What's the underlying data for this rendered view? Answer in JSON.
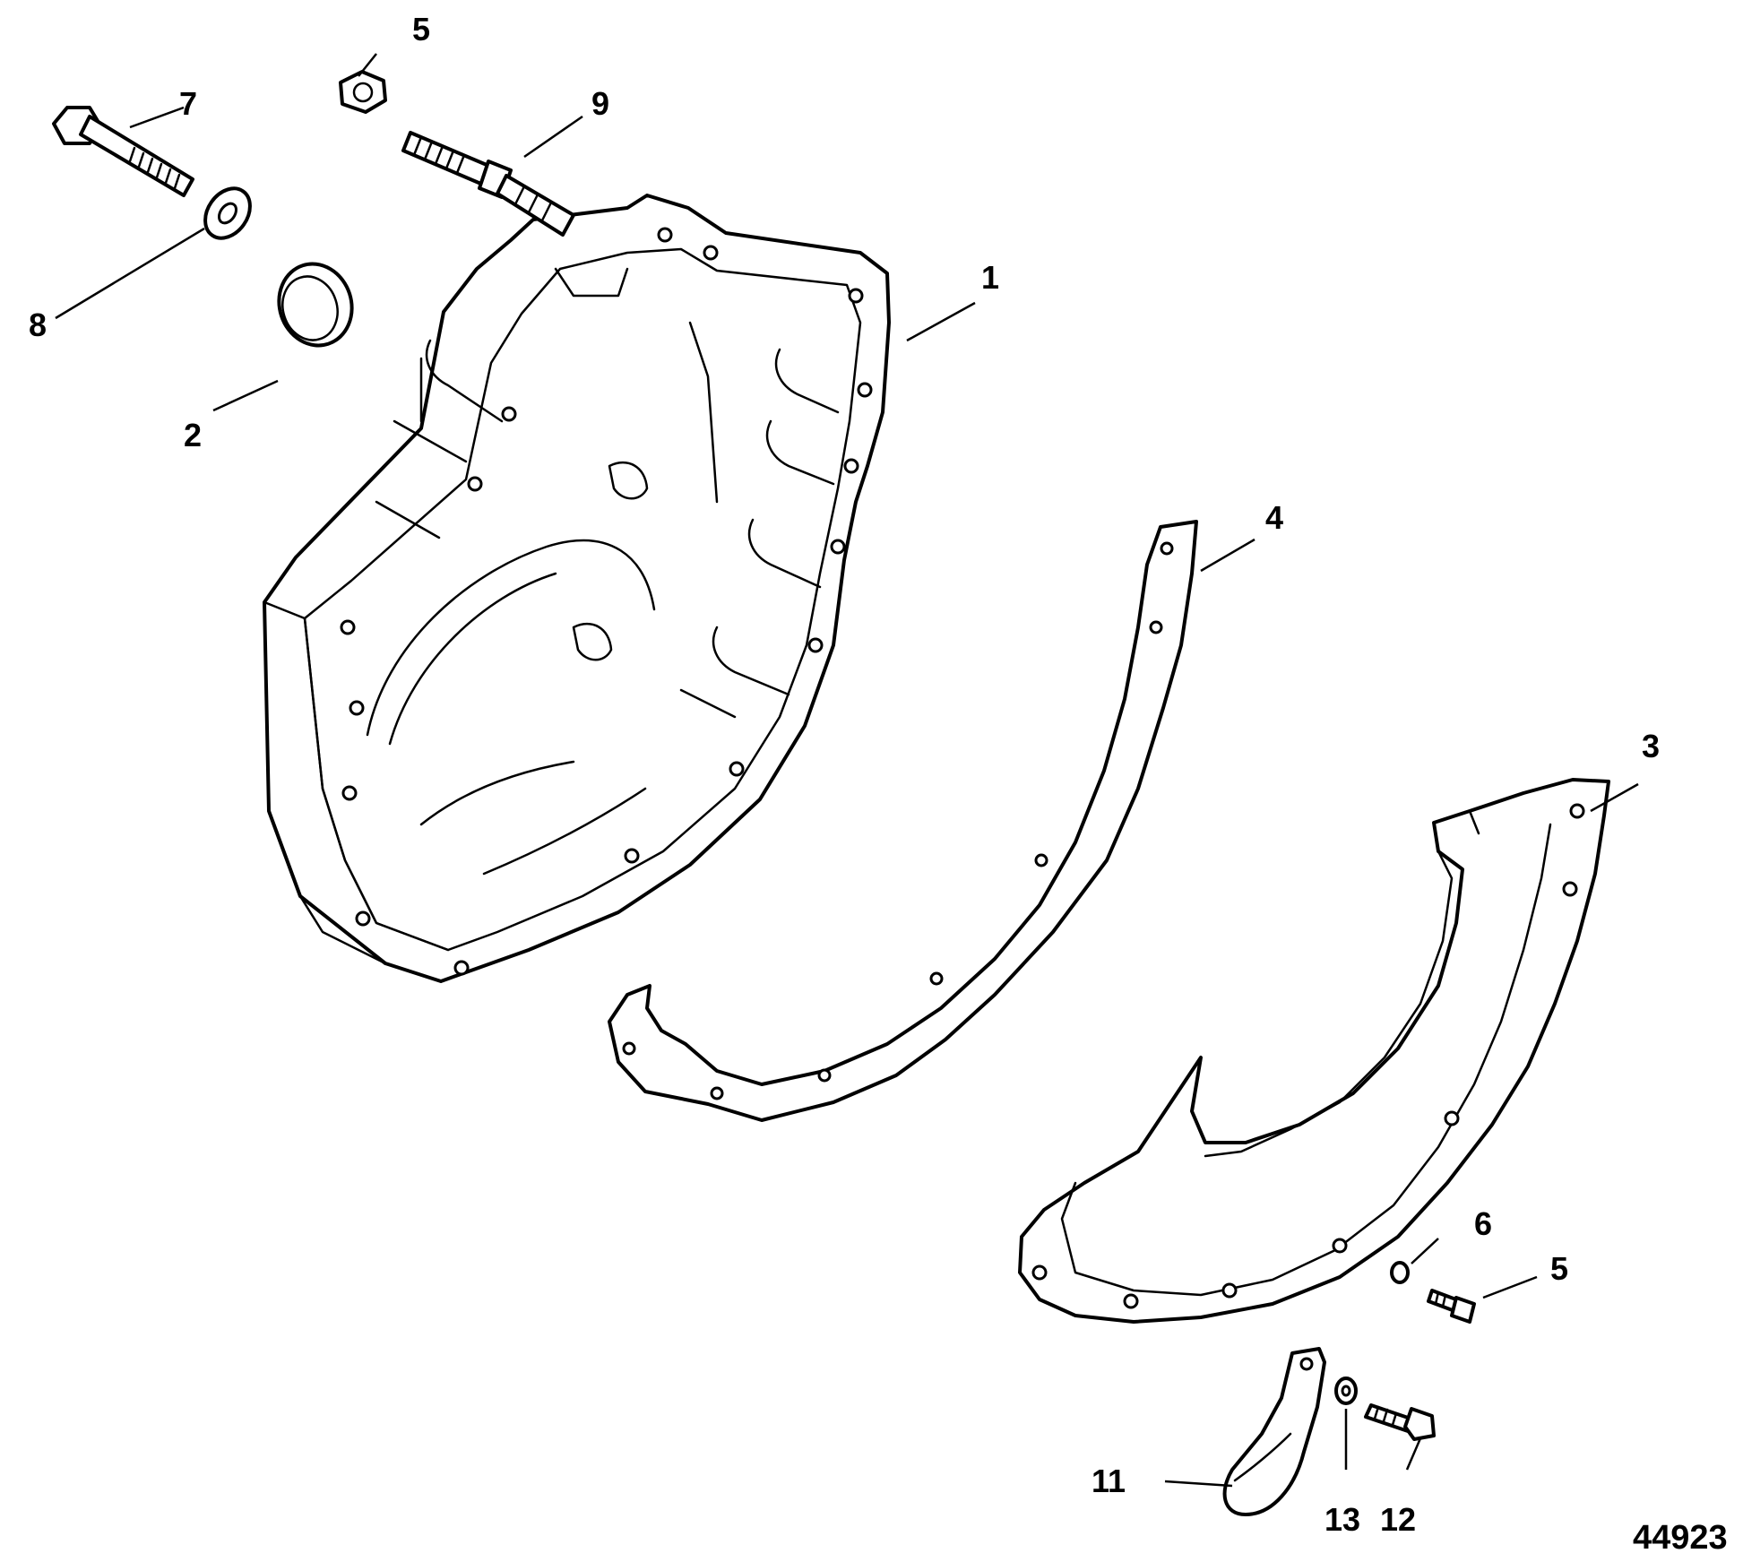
{
  "callouts": {
    "c1": "1",
    "c2": "2",
    "c3": "3",
    "c4": "4",
    "c5a": "5",
    "c5b": "5",
    "c6": "6",
    "c7": "7",
    "c8": "8",
    "c9": "9",
    "c11": "11",
    "c12": "12",
    "c13": "13"
  },
  "figure_number": "44923"
}
